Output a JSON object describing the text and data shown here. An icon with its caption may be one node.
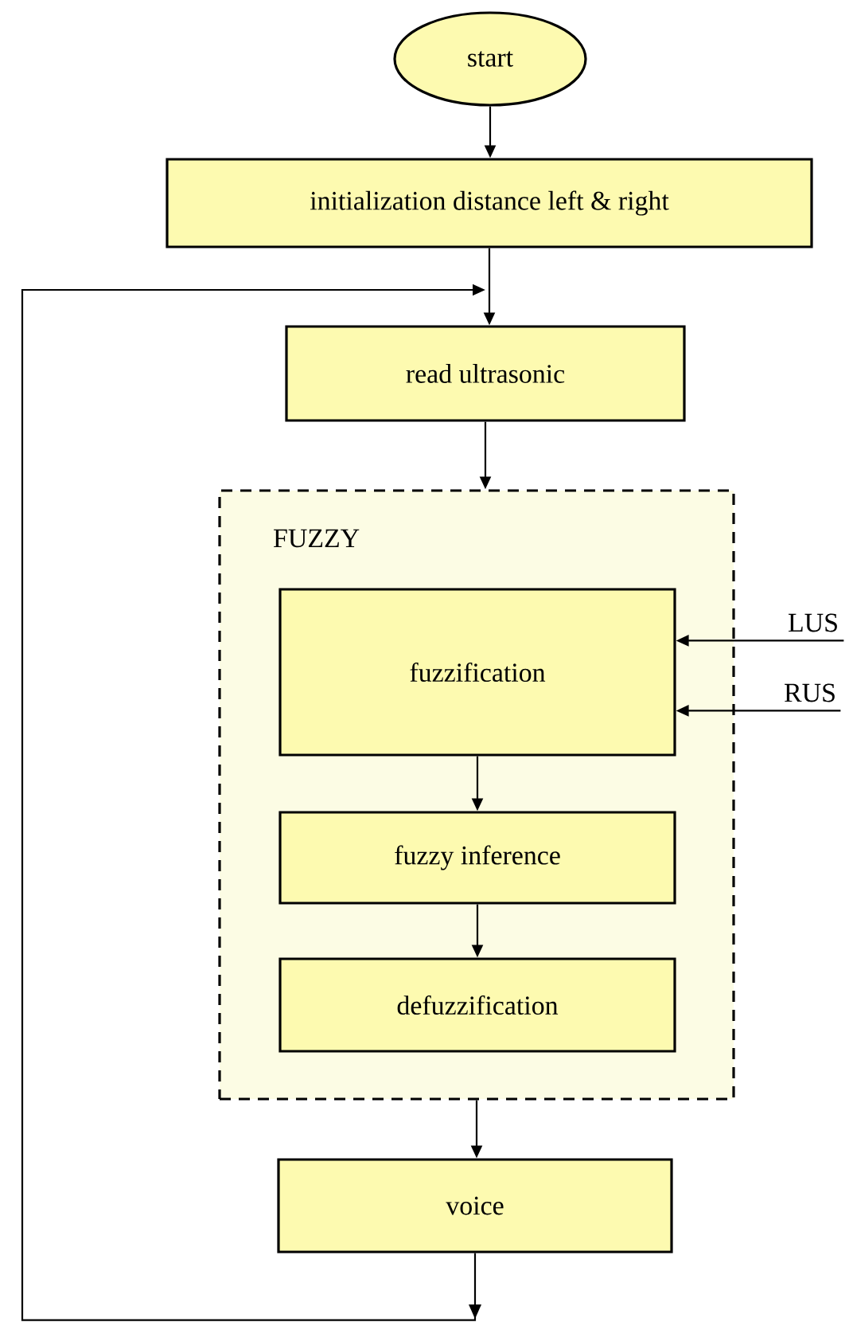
{
  "diagram": {
    "nodes": [
      {
        "text": [
          "start"
        ]
      },
      {
        "text": [
          "initialization distance left & right"
        ]
      },
      {
        "text": [
          "read ultrasonic"
        ]
      },
      {
        "text": [
          "FUZZY"
        ]
      },
      {
        "text": [
          "fuzzification"
        ],
        "in": 3
      },
      {
        "text": [
          "fuzzy inference"
        ],
        "in": 3
      },
      {
        "text": [
          "defuzzification"
        ],
        "in": 3
      },
      {
        "text": [
          "voice"
        ]
      },
      {
        "text": [
          "LUS"
        ]
      },
      {
        "text": [
          "RUS"
        ]
      }
    ],
    "edges": [
      {
        "from": 0,
        "to": 1,
        "arrow": "to"
      },
      {
        "from": 1,
        "to": 2,
        "arrow": "to"
      },
      {
        "from": 2,
        "to": 3,
        "arrow": "to"
      },
      {
        "from": 4,
        "to": 5,
        "arrow": "to"
      },
      {
        "from": 5,
        "to": 6,
        "arrow": "to"
      },
      {
        "from": 3,
        "to": 7,
        "arrow": "to"
      },
      {
        "from": 8,
        "to": 4,
        "arrow": "to"
      },
      {
        "from": 9,
        "to": 4,
        "arrow": "to"
      },
      {
        "from": 7,
        "to": 2,
        "arrow": "to"
      }
    ]
  }
}
